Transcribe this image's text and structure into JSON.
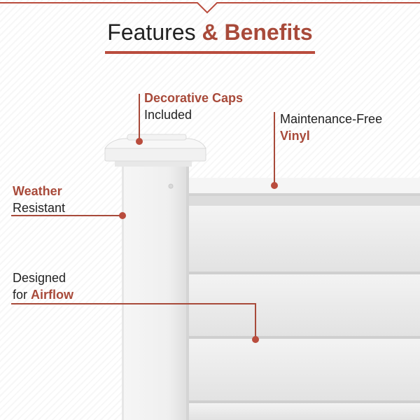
{
  "heading": {
    "main": "Features",
    "accent": "& Benefits"
  },
  "callouts": {
    "caps": {
      "accent": "Decorative Caps",
      "text": "Included"
    },
    "vinyl": {
      "text": "Maintenance-Free",
      "accent": "Vinyl"
    },
    "weather": {
      "accent": "Weather",
      "text": "Resistant"
    },
    "airflow": {
      "line1": "Designed",
      "prefix": "for",
      "accent": "Airflow"
    }
  },
  "colors": {
    "accent": "#a84a3a",
    "rule": "#b94c3d",
    "text": "#222222"
  }
}
